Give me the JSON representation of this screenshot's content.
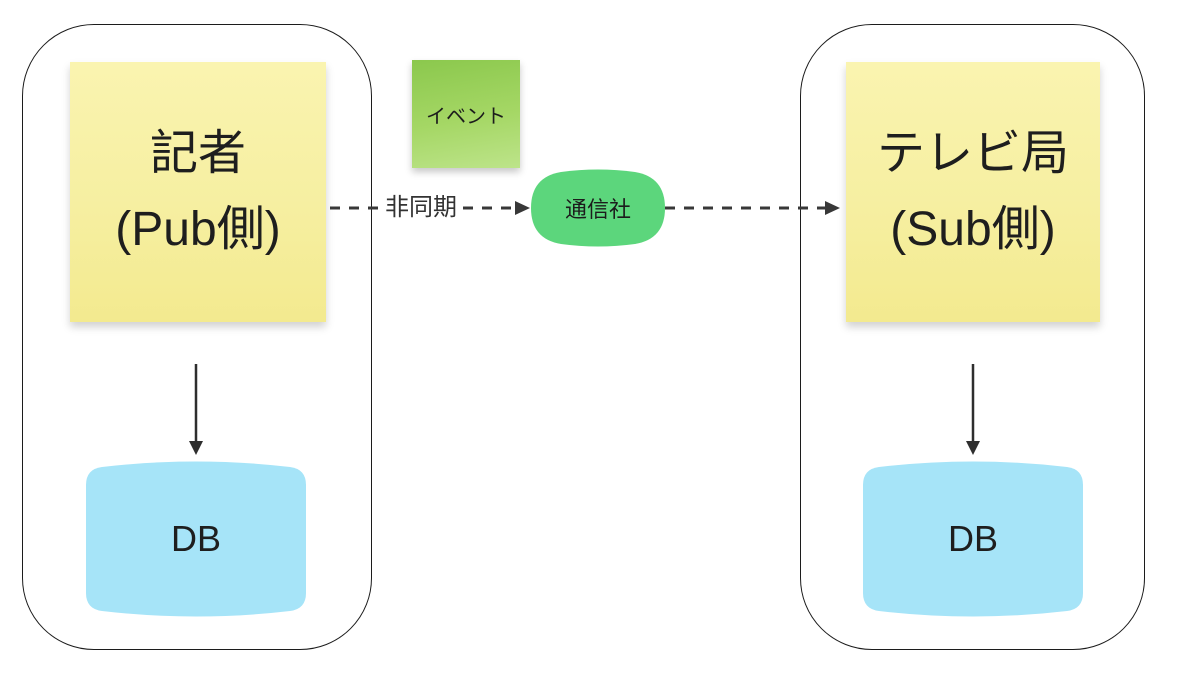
{
  "diagram": {
    "pub_group": {
      "note": {
        "line1": "記者",
        "line2": "(Pub側)"
      },
      "db_label": "DB"
    },
    "sub_group": {
      "note": {
        "line1": "テレビ局",
        "line2": "(Sub側)"
      },
      "db_label": "DB"
    },
    "event_note_label": "イベント",
    "hub_label": "通信社",
    "async_arrow_label": "非同期",
    "colors": {
      "sticky_yellow": "#f6efa1",
      "sticky_green_top": "#8bc84d",
      "sticky_green_bottom": "#bde48a",
      "hub_green": "#5cd67c",
      "db_blue": "#a6e4f8",
      "line_dark": "#383838",
      "frame_border": "#1c1c1c",
      "background": "#ffffff"
    }
  }
}
